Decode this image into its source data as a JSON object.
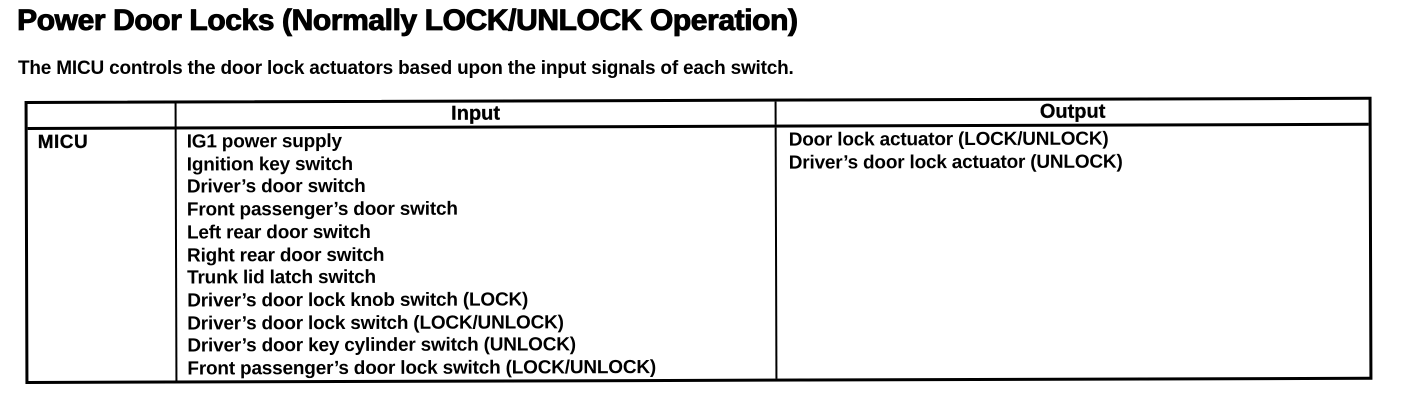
{
  "page": {
    "title": "Power Door Locks (Normally LOCK/UNLOCK Operation)",
    "subtitle": "The MICU controls the door lock actuators based upon the input signals of each switch."
  },
  "table": {
    "headers": {
      "component": "",
      "input": "Input",
      "output": "Output"
    },
    "rows": [
      {
        "component": "MICU",
        "inputs": [
          "IG1 power supply",
          "Ignition key switch",
          "Driver’s door switch",
          "Front passenger’s door switch",
          "Left rear door switch",
          "Right rear door switch",
          "Trunk lid latch switch",
          "Driver’s door lock knob switch (LOCK)",
          "Driver’s door lock switch (LOCK/UNLOCK)",
          "Driver’s door key cylinder switch (UNLOCK)",
          "Front passenger’s door lock switch (LOCK/UNLOCK)"
        ],
        "outputs": [
          "Door lock actuator (LOCK/UNLOCK)",
          "Driver’s door lock actuator (UNLOCK)"
        ]
      }
    ]
  },
  "colors": {
    "ink": "#000000",
    "paper": "#ffffff"
  }
}
